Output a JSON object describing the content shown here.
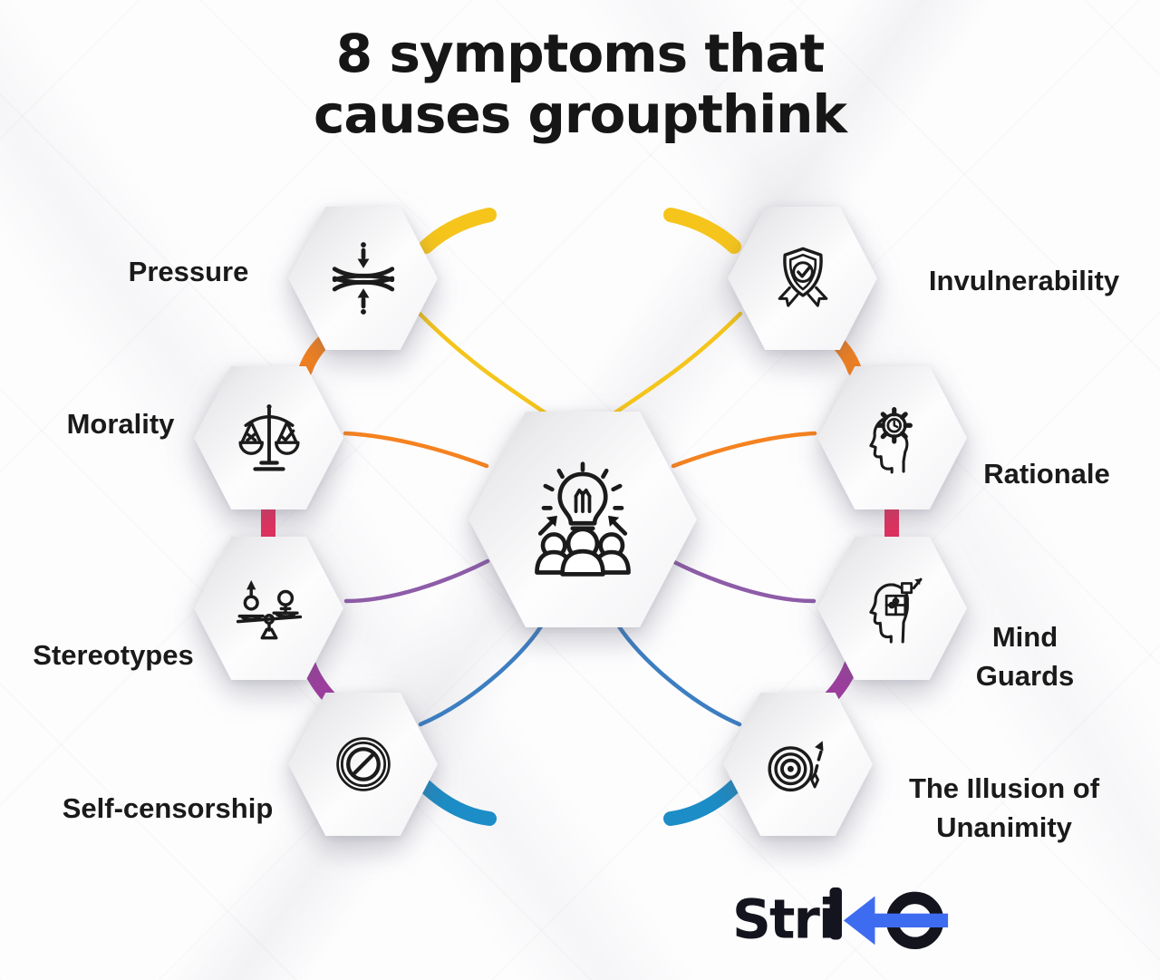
{
  "title": {
    "line1": "8 symptoms that",
    "line2": "causes groupthink"
  },
  "center_hexagon": {
    "icon": "team-idea-lightbulb-icon"
  },
  "symptoms": [
    {
      "label": "Pressure",
      "icon": "compress-pressure-icon",
      "connector_color": "#F5C51C"
    },
    {
      "label": "Invulnerability",
      "icon": "shield-check-icon",
      "connector_color": "#F5C51C"
    },
    {
      "label": "Morality",
      "icon": "justice-scales-icon",
      "connector_color": "#F5821F"
    },
    {
      "label": "Rationale",
      "icon": "head-gear-icon",
      "connector_color": "#F5821F"
    },
    {
      "label": "Stereotypes",
      "icon": "gender-balance-icon",
      "connector_color": "#8E5CA8"
    },
    {
      "label": "Mind Guards",
      "icon": "head-puzzle-icon",
      "connector_color": "#8E5CA8"
    },
    {
      "label": "Self-censorship",
      "icon": "prohibited-sign-icon",
      "connector_color": "#3D7EC1"
    },
    {
      "label": "The Illusion of Unanimity",
      "icon": "target-arrow-icon",
      "connector_color": "#3D7EC1"
    }
  ],
  "logo": {
    "brand": "Strike",
    "part1": "Stri",
    "part2": "e"
  },
  "colors": {
    "yellow": "#F5C51C",
    "orange": "#F5821F",
    "pink": "#EE2D5D",
    "purple": "#A13DA1",
    "purple-line": "#8E5CA8",
    "blue": "#1C8DC6",
    "blue-line": "#3D7EC1",
    "logo-blue": "#3E6CF0",
    "ink": "#141414"
  }
}
